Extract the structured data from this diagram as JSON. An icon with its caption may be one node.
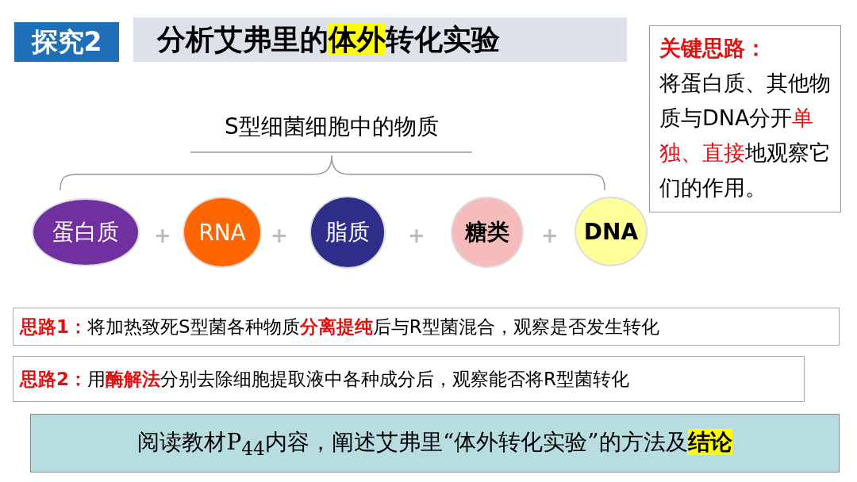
{
  "diagram": {
    "title": "分析艾弗里的**体外**转化实验",
    "nodes": [
      {
        "text": [
          "探究2"
        ]
      },
      {
        "text": [
          "关键思路：",
          "将蛋白质、其他物质与DNA分开**单独、直接**地观察它们的作用。"
        ]
      },
      {
        "text": [
          "蛋白质"
        ]
      },
      {
        "text": [
          "RNA"
        ]
      },
      {
        "text": [
          "脂质"
        ]
      },
      {
        "text": [
          "糖类"
        ]
      },
      {
        "text": [
          "DNA"
        ]
      },
      {
        "text": [
          "**思路1：**将加热致死S型菌各种物质**分离提纯**后与R型菌混合，观察是否发生转化"
        ]
      },
      {
        "text": [
          "**思路2：**用**酶解法**分别去除细胞提取液中各种成分后，观察能否将R型菌转化"
        ]
      },
      {
        "text": [
          "阅读教材P$_{44}$内容，阐述艾弗里“体外转化实验”的方法及**结论**"
        ]
      }
    ],
    "labels": [
      "S型细菌细胞中的物质",
      "+",
      "+",
      "+",
      "+"
    ]
  }
}
